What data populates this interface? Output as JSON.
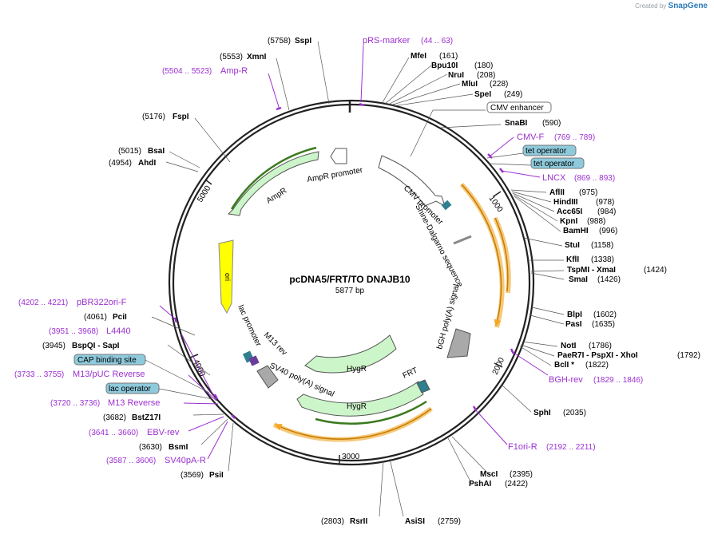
{
  "brand": {
    "created_by": "Created by",
    "name": "SnapGene"
  },
  "plasmid": {
    "name": "pcDNA5/FRT/TO DNAJB10",
    "size": "5877 bp"
  },
  "colors": {
    "backbone": "#222222",
    "feature_green": "#ccf5c9",
    "feature_green_stroke": "#3a7a1f",
    "ori_yellow": "#ffff00",
    "orf_orange": "#f5a623",
    "primer_purple": "#9b30d0",
    "site_box": "#8ecadc",
    "grey_feature": "#a9a9a9"
  },
  "ticks": [
    {
      "label": "1000"
    },
    {
      "label": "2000"
    },
    {
      "label": "3000"
    },
    {
      "label": "4000"
    },
    {
      "label": "5000"
    }
  ],
  "enzymes": [
    {
      "name": "SspI",
      "pos": "(5758)"
    },
    {
      "name": "XmnI",
      "pos": "(5553)"
    },
    {
      "name": "FspI",
      "pos": "(5176)"
    },
    {
      "name": "BsaI",
      "pos": "(5015)"
    },
    {
      "name": "AhdI",
      "pos": "(4954)"
    },
    {
      "name": "MfeI",
      "pos": "(161)"
    },
    {
      "name": "Bpu10I",
      "pos": "(180)"
    },
    {
      "name": "NruI",
      "pos": "(208)"
    },
    {
      "name": "MluI",
      "pos": "(228)"
    },
    {
      "name": "SpeI",
      "pos": "(249)"
    },
    {
      "name": "SnaBI",
      "pos": "(590)"
    },
    {
      "name": "AflII",
      "pos": "(975)"
    },
    {
      "name": "HindIII",
      "pos": "(978)"
    },
    {
      "name": "Acc65I",
      "pos": "(984)"
    },
    {
      "name": "KpnI",
      "pos": "(988)"
    },
    {
      "name": "BamHI",
      "pos": "(996)"
    },
    {
      "name": "StuI",
      "pos": "(1158)"
    },
    {
      "name": "KflI",
      "pos": "(1338)"
    },
    {
      "name": "TspMI - XmaI",
      "pos": "(1424)"
    },
    {
      "name": "SmaI",
      "pos": "(1426)"
    },
    {
      "name": "BlpI",
      "pos": "(1602)"
    },
    {
      "name": "PasI",
      "pos": "(1635)"
    },
    {
      "name": "NotI",
      "pos": "(1786)"
    },
    {
      "name": "PaeR7I - PspXI - XhoI",
      "pos": "(1792)"
    },
    {
      "name": "BclI *",
      "pos": "(1822)"
    },
    {
      "name": "SphI",
      "pos": "(2035)"
    },
    {
      "name": "MscI",
      "pos": "(2395)"
    },
    {
      "name": "PshAI",
      "pos": "(2422)"
    },
    {
      "name": "AsiSI",
      "pos": "(2759)"
    },
    {
      "name": "RsrII",
      "pos": "(2803)"
    },
    {
      "name": "PsiI",
      "pos": "(3569)"
    },
    {
      "name": "BsmI",
      "pos": "(3630)"
    },
    {
      "name": "BstZ17I",
      "pos": "(3682)"
    },
    {
      "name": "BspQI - SapI",
      "pos": "(3945)"
    },
    {
      "name": "PciI",
      "pos": "(4061)"
    }
  ],
  "primers": [
    {
      "name": "pRS-marker",
      "pos": "(44 .. 63)"
    },
    {
      "name": "Amp-R",
      "pos": "(5504 .. 5523)"
    },
    {
      "name": "CMV-F",
      "pos": "(769 .. 789)"
    },
    {
      "name": "LNCX",
      "pos": "(869 .. 893)"
    },
    {
      "name": "BGH-rev",
      "pos": "(1829 .. 1846)"
    },
    {
      "name": "F1ori-R",
      "pos": "(2192 .. 2211)"
    },
    {
      "name": "pBR322ori-F",
      "pos": "(4202 .. 4221)"
    },
    {
      "name": "L4440",
      "pos": "(3951 .. 3968)"
    },
    {
      "name": "M13/pUC Reverse",
      "pos": "(3733 .. 3755)"
    },
    {
      "name": "M13 Reverse",
      "pos": "(3720 .. 3736)"
    },
    {
      "name": "EBV-rev",
      "pos": "(3641 .. 3660)"
    },
    {
      "name": "SV40pA-R",
      "pos": "(3587 .. 3606)"
    }
  ],
  "boxed": [
    {
      "name": "CMV enhancer"
    },
    {
      "name": "tet operator"
    },
    {
      "name": "tet operator"
    },
    {
      "name": "CAP binding site"
    },
    {
      "name": "lac operator"
    }
  ],
  "features": [
    {
      "name": "AmpR promoter"
    },
    {
      "name": "AmpR"
    },
    {
      "name": "ori"
    },
    {
      "name": "CMV promoter"
    },
    {
      "name": "Shine-Dalgarno sequence"
    },
    {
      "name": "bGH poly(A) signal"
    },
    {
      "name": "lac promoter"
    },
    {
      "name": "M13 rev"
    },
    {
      "name": "SV40 poly(A) signal"
    },
    {
      "name": "HygR"
    },
    {
      "name": "HygR"
    },
    {
      "name": "FRT"
    }
  ]
}
